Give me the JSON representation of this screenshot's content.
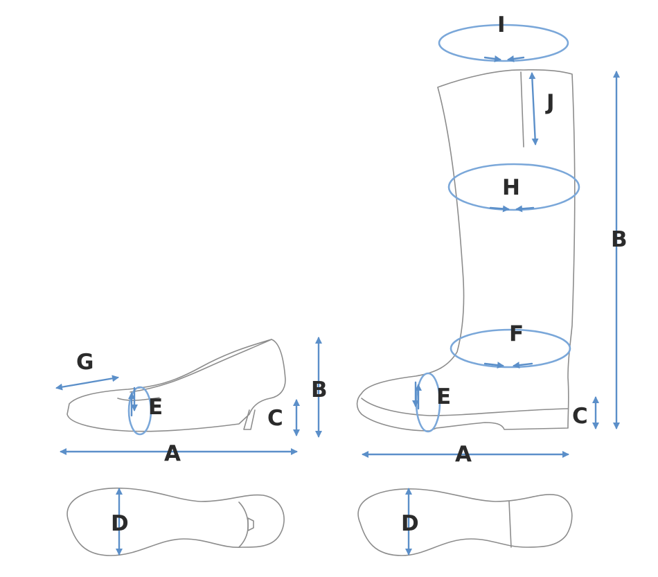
{
  "colors": {
    "outline": "#8c8c8c",
    "measure": "#5b8fc9",
    "label": "#2b2b2b"
  },
  "pump": {
    "labels": {
      "A": "A",
      "B": "B",
      "C": "C",
      "D": "D",
      "E": "E",
      "G": "G"
    }
  },
  "boot": {
    "labels": {
      "A": "A",
      "B": "B",
      "C": "C",
      "D": "D",
      "E": "E",
      "F": "F",
      "H": "H",
      "I": "I",
      "J": "J"
    }
  }
}
